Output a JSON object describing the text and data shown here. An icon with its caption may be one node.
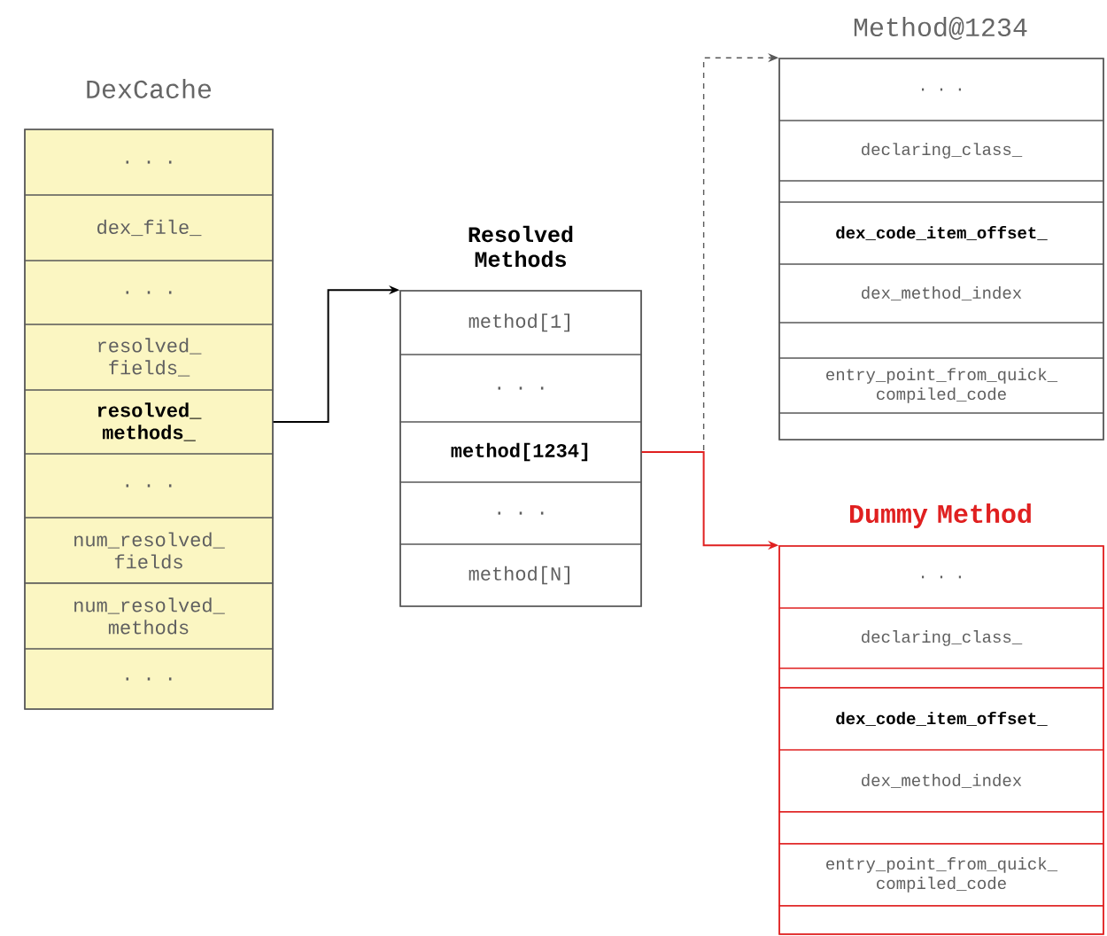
{
  "diagram": {
    "nodes": [
      {
        "text": [
          "DexCache"
        ]
      },
      {
        "text": [
          ". . ."
        ],
        "in": 0
      },
      {
        "text": [
          "dex_file_"
        ],
        "in": 0
      },
      {
        "text": [
          ". . ."
        ],
        "in": 0
      },
      {
        "text": [
          "resolved_ fields_"
        ],
        "in": 0
      },
      {
        "text": [
          "resolved_ methods_"
        ],
        "in": 0
      },
      {
        "text": [
          ". . ."
        ],
        "in": 0
      },
      {
        "text": [
          "num_resolved_ fields"
        ],
        "in": 0
      },
      {
        "text": [
          "num_resolved_ methods"
        ],
        "in": 0
      },
      {
        "text": [
          ". . ."
        ],
        "in": 0
      },
      {
        "text": [
          "Resolved Methods"
        ]
      },
      {
        "text": [
          "method[1]"
        ],
        "in": 10
      },
      {
        "text": [
          ". . ."
        ],
        "in": 10
      },
      {
        "text": [
          "method[1234]"
        ],
        "in": 10
      },
      {
        "text": [
          ". . ."
        ],
        "in": 10
      },
      {
        "text": [
          "method[N]"
        ],
        "in": 10
      },
      {
        "text": [
          "Method@1234"
        ]
      },
      {
        "text": [
          ". . ."
        ],
        "in": 16
      },
      {
        "text": [
          "declaring_class_"
        ],
        "in": 16
      },
      {
        "text": [],
        "shape": "box",
        "in": 16
      },
      {
        "text": [
          "dex_code_item_offset_"
        ],
        "in": 16
      },
      {
        "text": [
          "dex_method_index"
        ],
        "in": 16
      },
      {
        "text": [],
        "shape": "box",
        "in": 16
      },
      {
        "text": [
          "entry_point_from_quick_ compiled_code"
        ],
        "in": 16
      },
      {
        "text": [],
        "shape": "box",
        "in": 16
      },
      {
        "text": [
          "Dummy Method"
        ]
      },
      {
        "text": [
          ". . ."
        ],
        "in": 25
      },
      {
        "text": [
          "declaring_class_"
        ],
        "in": 25
      },
      {
        "text": [],
        "shape": "box",
        "in": 25
      },
      {
        "text": [
          "dex_code_item_offset_"
        ],
        "in": 25
      },
      {
        "text": [
          "dex_method_index"
        ],
        "in": 25
      },
      {
        "text": [],
        "shape": "box",
        "in": 25
      },
      {
        "text": [
          "entry_point_from_quick_ compiled_code"
        ],
        "in": 25
      },
      {
        "text": [],
        "shape": "box",
        "in": 25
      }
    ],
    "edges": [
      {
        "from": 5,
        "to": 10,
        "arrow": "to"
      },
      {
        "from": 13,
        "to": 16,
        "arrow": "to",
        "style": "dashed"
      },
      {
        "from": 13,
        "to": 25,
        "arrow": "to",
        "color": "#e02020"
      }
    ]
  }
}
